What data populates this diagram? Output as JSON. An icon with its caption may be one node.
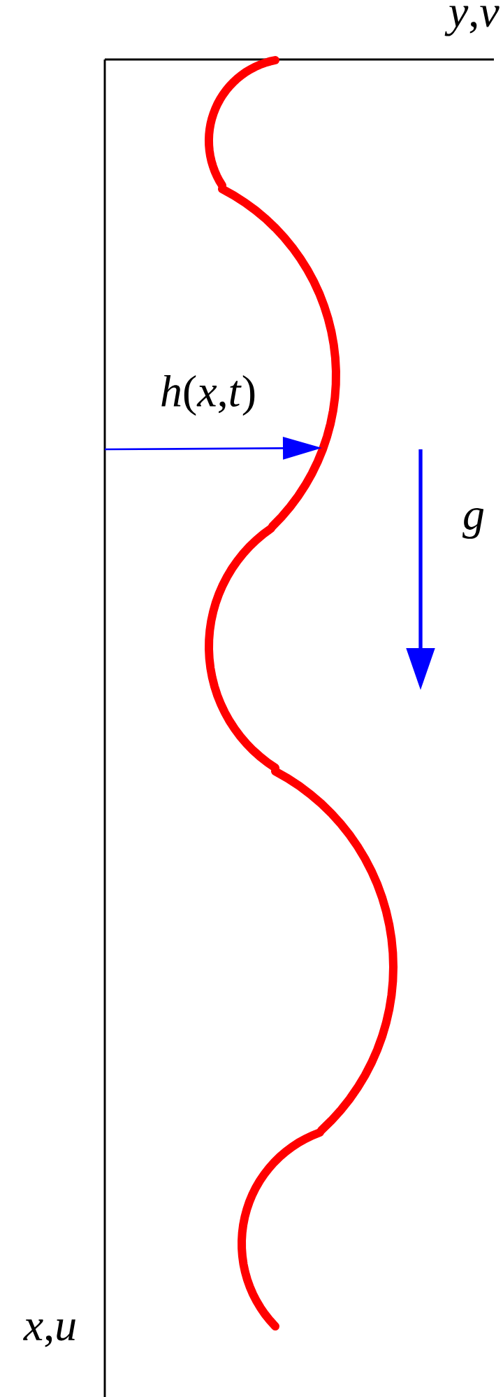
{
  "diagram": {
    "labels": [
      "*y*,*v*",
      "*h*(*x*,*t*)",
      "g",
      "*x*,*u*"
    ]
  }
}
